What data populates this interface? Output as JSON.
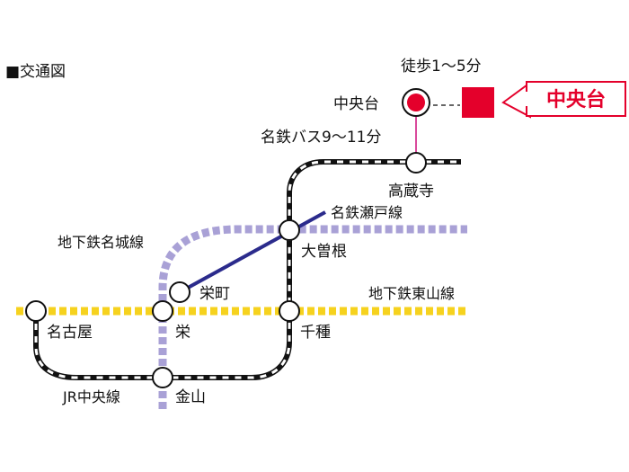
{
  "title": "■交通図",
  "walk_note": "徒歩1～5分",
  "bus_note": "名鉄バス9～11分",
  "destination": "中央台",
  "lines": {
    "higashiyama": "地下鉄東山線",
    "meijo": "地下鉄名城線",
    "seto": "名鉄瀬戸線",
    "jr_chuo": "JR中央線"
  },
  "stations": {
    "chuodai": "中央台",
    "takakuraji": "高蔵寺",
    "ozone": "大曽根",
    "sakaemachi": "栄町",
    "sakae": "栄",
    "chikusa": "千種",
    "nagoya": "名古屋",
    "kanayama": "金山"
  },
  "colors": {
    "higashiyama": "#f6d21e",
    "meijo": "#a9a1d6",
    "seto": "#2b2b8c",
    "rail": "#111111",
    "bus": "#d94a9c",
    "accent": "#e4002b"
  }
}
